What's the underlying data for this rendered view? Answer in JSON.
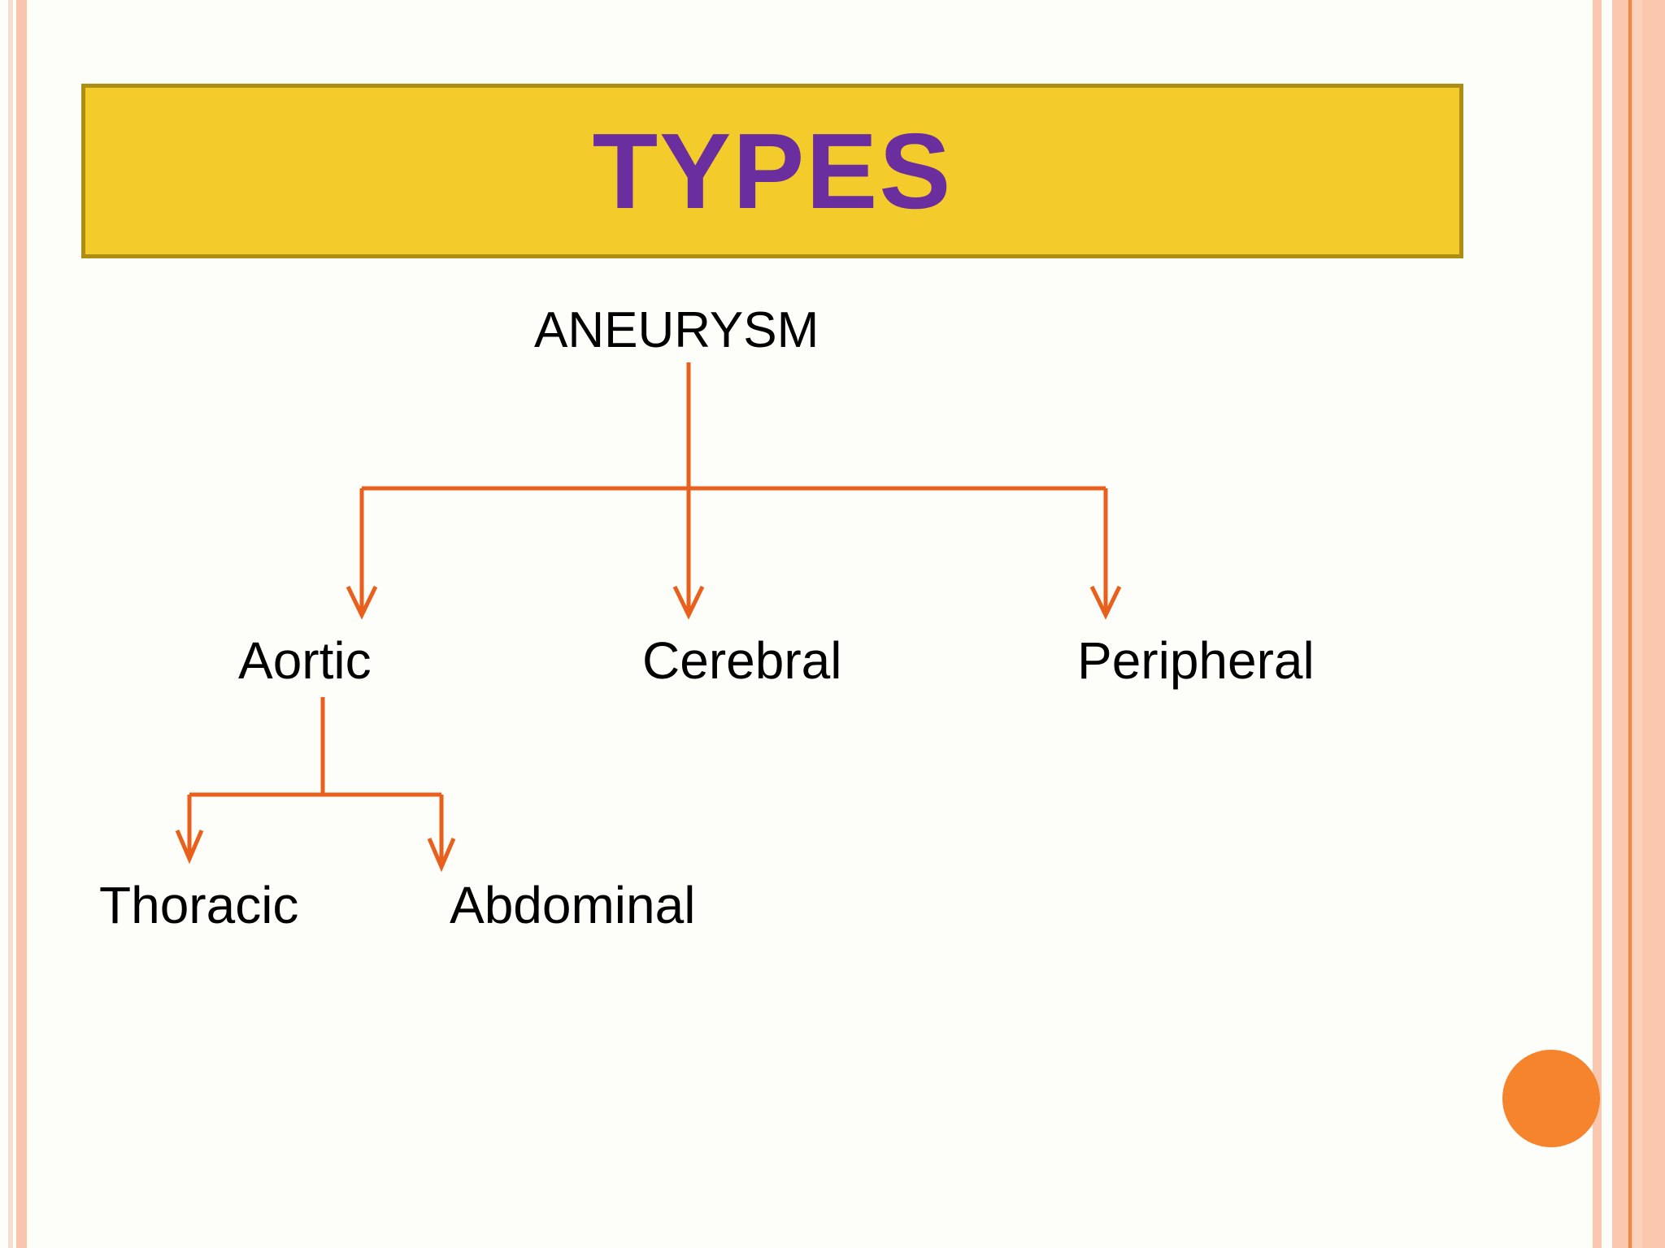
{
  "slide": {
    "title": "TYPES",
    "background_color": "#fdfdfa",
    "banner_fill": "#f3cb2a",
    "banner_border": "#ad8d14",
    "title_color": "#6a2e9e",
    "connector_color": "#e8601c",
    "accent_circle_color": "#f5842c",
    "border_stripe_color": "#fac8ae"
  },
  "diagram": {
    "root": {
      "label": "ANEURYSM"
    },
    "level1": [
      {
        "label": "Aortic"
      },
      {
        "label": "Cerebral"
      },
      {
        "label": "Peripheral"
      }
    ],
    "level2": [
      {
        "label": "Thoracic",
        "parent": "Aortic"
      },
      {
        "label": "Abdominal",
        "parent": "Aortic"
      }
    ]
  },
  "chart_data": {
    "type": "tree",
    "title": "TYPES",
    "nodes": [
      {
        "id": "aneurysm",
        "label": "ANEURYSM",
        "level": 0,
        "parent": null
      },
      {
        "id": "aortic",
        "label": "Aortic",
        "level": 1,
        "parent": "aneurysm"
      },
      {
        "id": "cerebral",
        "label": "Cerebral",
        "level": 1,
        "parent": "aneurysm"
      },
      {
        "id": "peripheral",
        "label": "Peripheral",
        "level": 1,
        "parent": "aneurysm"
      },
      {
        "id": "thoracic",
        "label": "Thoracic",
        "level": 2,
        "parent": "aortic"
      },
      {
        "id": "abdominal",
        "label": "Abdominal",
        "level": 2,
        "parent": "aortic"
      }
    ],
    "edges": [
      {
        "from": "aneurysm",
        "to": "aortic"
      },
      {
        "from": "aneurysm",
        "to": "cerebral"
      },
      {
        "from": "aneurysm",
        "to": "peripheral"
      },
      {
        "from": "aortic",
        "to": "thoracic"
      },
      {
        "from": "aortic",
        "to": "abdominal"
      }
    ],
    "edge_style": "orthogonal-arrow",
    "edge_color": "#e8601c"
  }
}
